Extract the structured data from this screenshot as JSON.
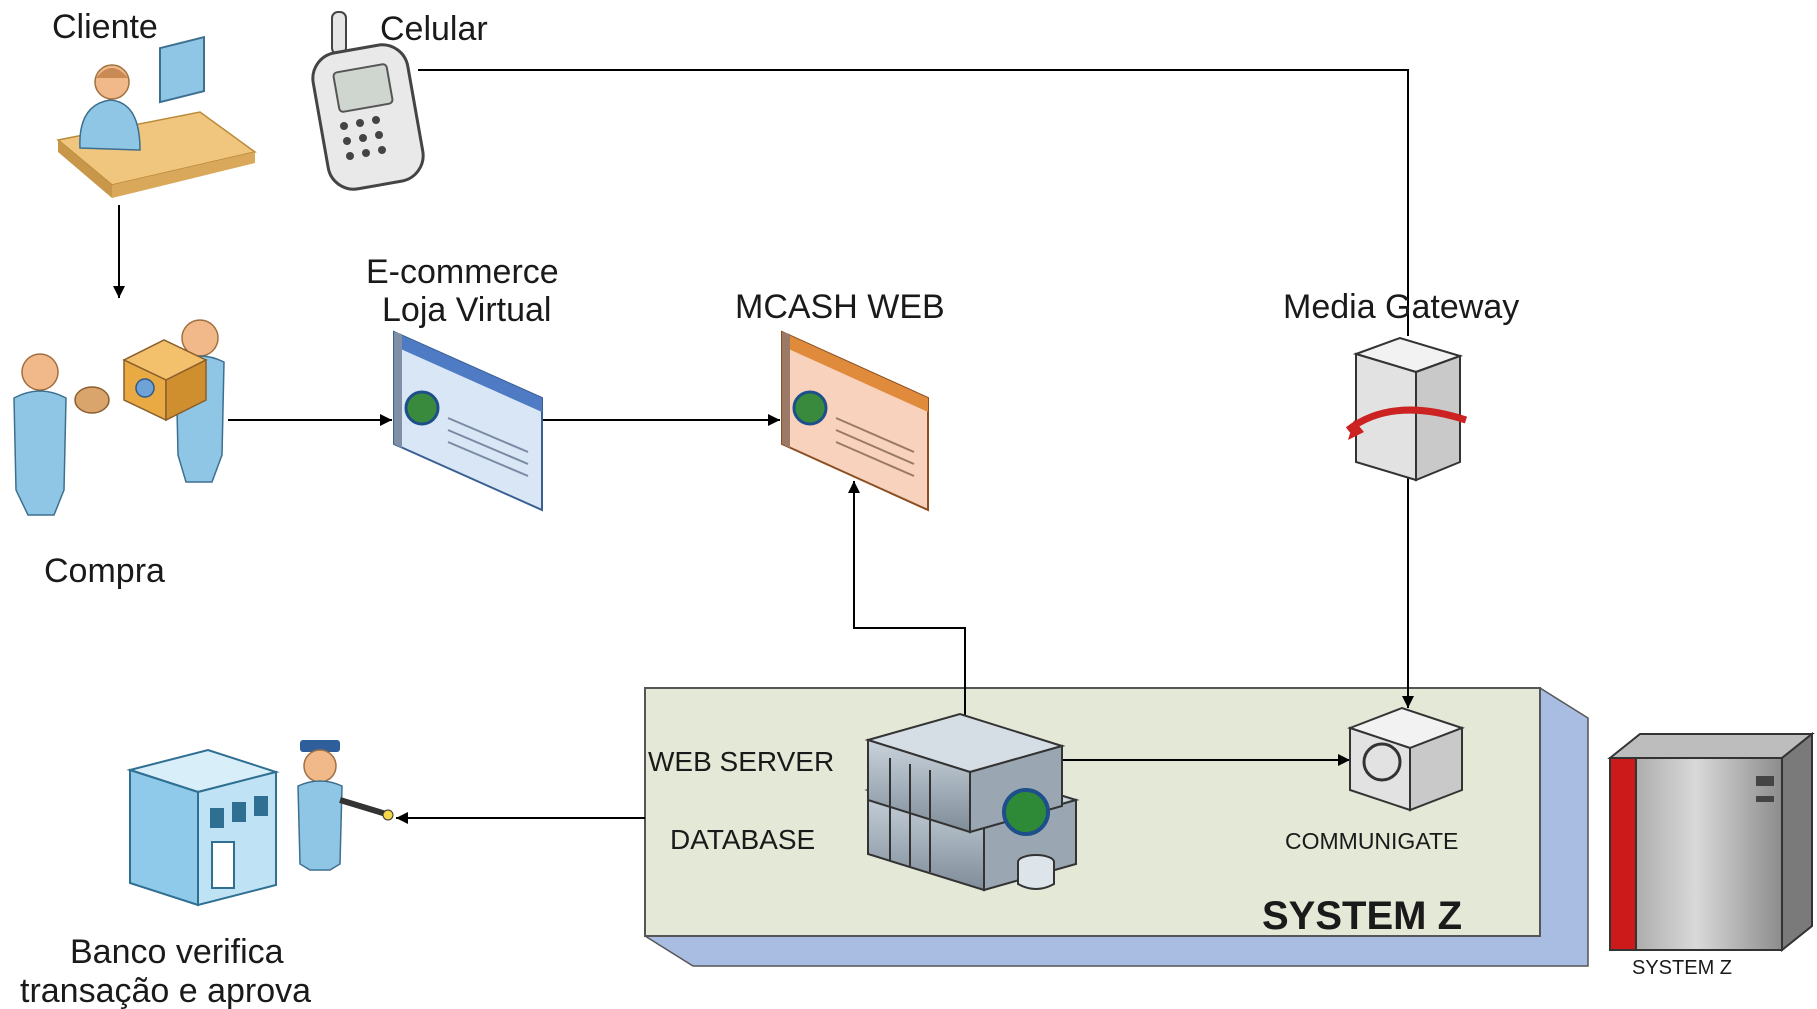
{
  "labels": {
    "cliente": "Cliente",
    "celular": "Celular",
    "compra": "Compra",
    "ecommerce_line1": "E-commerce",
    "ecommerce_line2": "Loja Virtual",
    "mcash": "MCASH WEB",
    "media_gateway": "Media Gateway",
    "web_server": "WEB SERVER",
    "database": "DATABASE",
    "communigate": "COMMUNIGATE",
    "system_z_box": "SYSTEM Z",
    "system_z_machine": "SYSTEM Z",
    "banco_line1": "Banco verifica",
    "banco_line2": "transação e aprova"
  },
  "colors": {
    "system_box_fill": "#e4e8d6",
    "system_box_side": "#a9bde3",
    "mcash_header": "#e08a3c",
    "mcash_body": "#f8d2bc",
    "ecommerce_header": "#4f7ac4",
    "ecommerce_body": "#d8e6f6",
    "person_blue": "#8fc6e6",
    "skin": "#f1b98a",
    "mainframe_red": "#cc1a1a"
  },
  "icons": [
    "client-desk-icon",
    "cell-phone-icon",
    "purchase-people-icon",
    "ecommerce-window-icon",
    "mcash-window-icon",
    "media-gateway-icon",
    "web-server-icon",
    "database-server-icon",
    "communigate-icon",
    "bank-building-icon",
    "bank-guard-icon",
    "mainframe-icon"
  ]
}
